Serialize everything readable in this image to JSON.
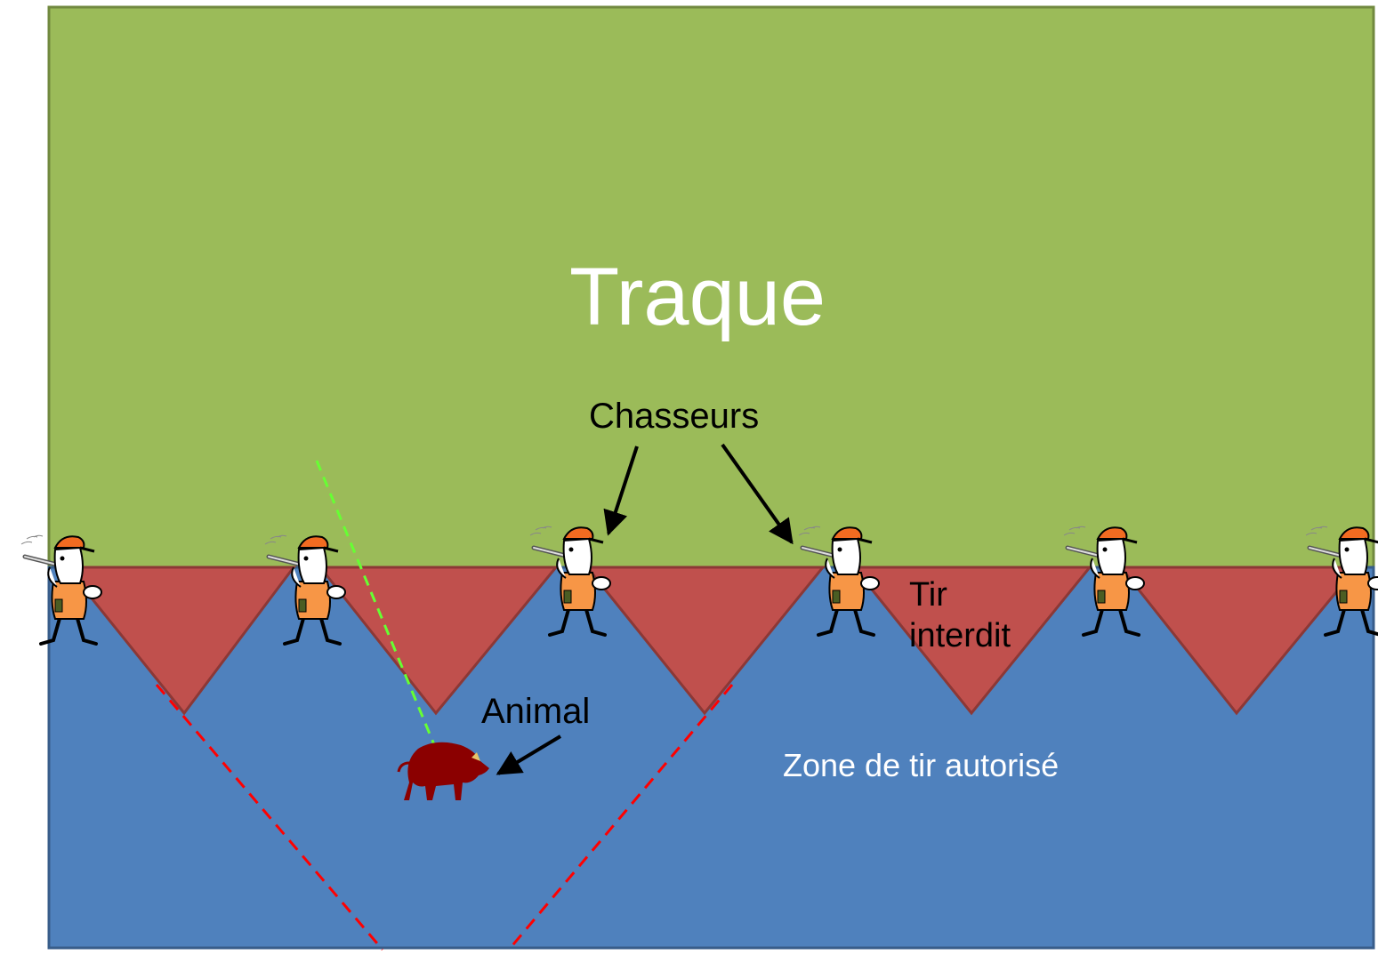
{
  "labels": {
    "title": "Traque",
    "hunters": "Chasseurs",
    "no_fire_line1": "Tir",
    "no_fire_line2": "interdit",
    "animal": "Animal",
    "fire_zone": "Zone de tir autorisé"
  },
  "colors": {
    "traque": "#9bbb59",
    "traque_border": "#71893f",
    "no_fire": "#c0504d",
    "no_fire_border": "#8c3836",
    "fire_zone": "#4f81bd",
    "fire_zone_border": "#385d8a",
    "hunter_vest": "#f79646",
    "hunter_cap": "#f26b21",
    "animal": "#8b0000",
    "sight_line": "#66ff33",
    "limit_line": "#ff0000",
    "arrow": "#000000",
    "white_text": "#ffffff"
  },
  "icons": [
    "hunter-icon",
    "boar-icon"
  ]
}
